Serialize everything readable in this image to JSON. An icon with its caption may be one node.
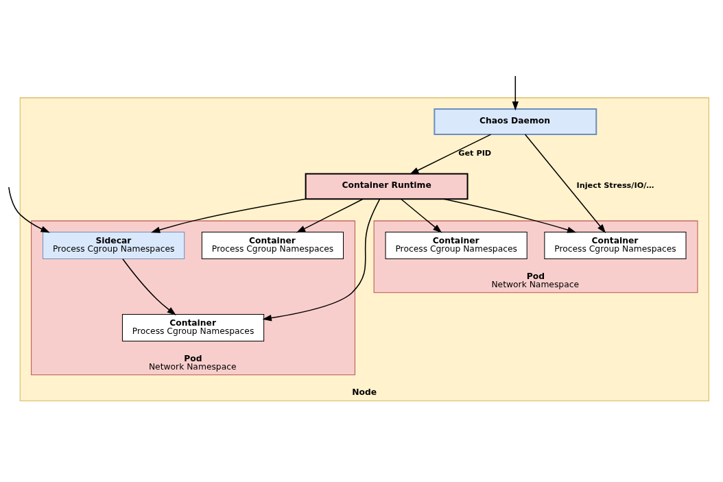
{
  "diagram": {
    "nodes": [
      {
        "text": [
          "Node"
        ]
      },
      {
        "text": [
          "Chaos Daemon"
        ],
        "in": 0
      },
      {
        "text": [
          "Container Runtime"
        ],
        "in": 0
      },
      {
        "text": [
          "Pod",
          "Network Namespace"
        ],
        "in": 0
      },
      {
        "text": [
          "Container",
          "Process Cgroup Namespaces"
        ],
        "in": 3
      },
      {
        "text": [
          "Container",
          "Process Cgroup Namespaces"
        ],
        "in": 3
      },
      {
        "text": [
          "Pod",
          "Network Namespace"
        ],
        "in": 0
      },
      {
        "text": [
          "Container",
          "Process Cgroup Namespaces"
        ],
        "in": 6
      },
      {
        "text": [
          "Container",
          "Process Cgroup Namespaces"
        ],
        "in": 6
      },
      {
        "text": [
          "Sidecar",
          "Process Cgroup Namespaces"
        ],
        "in": 6
      }
    ],
    "edges": [
      {
        "from": null,
        "to": 1,
        "arrow": "to"
      },
      {
        "from": null,
        "to": 9,
        "arrow": "to"
      },
      {
        "from": 1,
        "to": 2,
        "arrow": "to",
        "label": "Get PID"
      },
      {
        "from": 1,
        "to": 4,
        "arrow": "to",
        "label": "Inject Stress/IO/…"
      },
      {
        "from": 2,
        "to": 4,
        "arrow": "to"
      },
      {
        "from": 2,
        "to": 5,
        "arrow": "to"
      },
      {
        "from": 2,
        "to": 7,
        "arrow": "to"
      },
      {
        "from": 2,
        "to": 8,
        "arrow": "to"
      },
      {
        "from": 2,
        "to": 9,
        "arrow": "to"
      },
      {
        "from": 9,
        "to": 8,
        "arrow": "to"
      }
    ]
  }
}
